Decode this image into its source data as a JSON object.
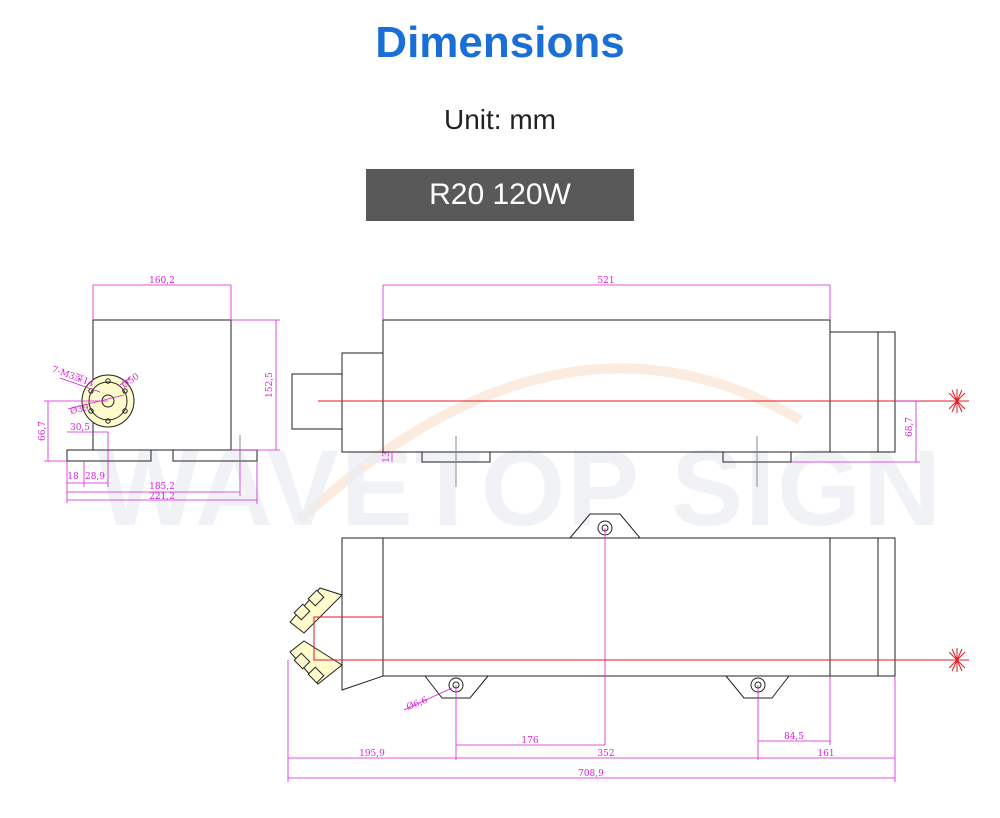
{
  "title": "Dimensions",
  "unit": "Unit: mm",
  "model": "R20 120W",
  "watermark": "WAVETOP SIGN",
  "colors": {
    "title": "#1a6fd6",
    "dimension": "#d61fd6",
    "beam": "#e31b23",
    "outline": "#222222",
    "badge": "#595959"
  },
  "front_view": {
    "width": "160,2",
    "height": "152,5",
    "lens_note": "7-M3深14",
    "lens_diameter": "Ø50",
    "lens_ring": "Ø39",
    "offset_1": "66,7",
    "offset_2": "30,5",
    "base_1": "18",
    "base_2": "28,9",
    "base_3": "185,2",
    "base_4": "221,2"
  },
  "side_view": {
    "length": "521",
    "beam_height": "68,7",
    "foot_height": "13"
  },
  "top_view": {
    "hole": "Ø6,6",
    "d1": "176",
    "d2": "84,5",
    "d3": "195,9",
    "d4": "352",
    "d5": "161",
    "total": "708,9"
  }
}
